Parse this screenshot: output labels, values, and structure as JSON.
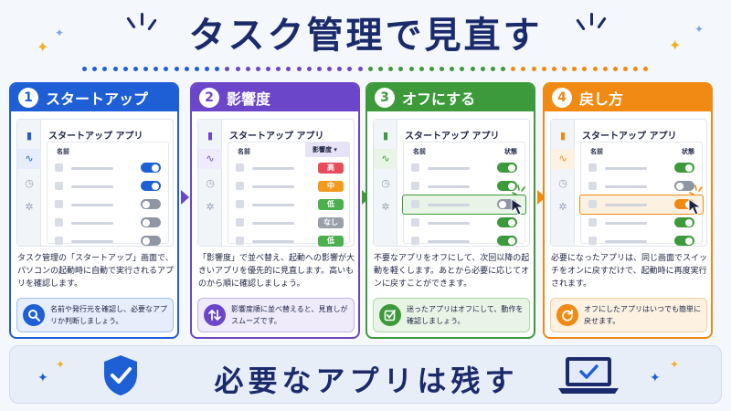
{
  "title": "タスク管理で見直す",
  "colors": {
    "blue": "#1e5fd6",
    "purple": "#6b46c9",
    "green": "#3d9a3a",
    "orange": "#f08a12",
    "navy": "#1b2a6b"
  },
  "steps": [
    {
      "num": "1",
      "label": "スタートアップ",
      "color": "#1e5fd6",
      "light": "#e6eefc",
      "shot_title": "スタートアップ アプリ",
      "col_name": "名前",
      "col_right": "",
      "rows": [
        {
          "state": "on"
        },
        {
          "state": "on"
        },
        {
          "state": "off"
        },
        {
          "state": "off"
        },
        {
          "state": "off"
        }
      ],
      "desc": "タスク管理の「スタートアップ」画面で、パソコンの起動時に自動で実行されるアプリを確認します。",
      "tip_icon": "search-icon",
      "tip": "名前や発行元を確認し、必要なアプリか判断しましょう。"
    },
    {
      "num": "2",
      "label": "影響度",
      "color": "#6b46c9",
      "light": "#efebfb",
      "shot_title": "スタートアップ アプリ",
      "col_name": "名前",
      "col_right": "影響度 ▾",
      "rows": [
        {
          "badge": "高",
          "bcolor": "#e84b5a"
        },
        {
          "badge": "中",
          "bcolor": "#f29a1e"
        },
        {
          "badge": "低",
          "bcolor": "#4caf50"
        },
        {
          "badge": "なし",
          "bcolor": "#9aa0aa"
        },
        {
          "badge": "低",
          "bcolor": "#4caf50"
        }
      ],
      "desc": "「影響度」で並べ替え、起動への影響が大きいアプリを優先的に見直します。高いものから順に確認しましょう。",
      "tip_icon": "sort-arrows-icon",
      "tip": "影響度順に並べ替えると、見直しがスムーズです。"
    },
    {
      "num": "3",
      "label": "オフにする",
      "color": "#3d9a3a",
      "light": "#e8f4e6",
      "shot_title": "スタートアップ アプリ",
      "col_name": "名前",
      "col_right": "状態",
      "rows": [
        {
          "state": "on"
        },
        {
          "state": "on"
        },
        {
          "state": "off",
          "hl": true
        },
        {
          "state": "on"
        },
        {
          "state": "on"
        }
      ],
      "desc": "不要なアプリをオフにして、次回以降の起動を軽くします。あとから必要に応じてオンに戻すことができます。",
      "tip_icon": "check-edit-icon",
      "tip": "迷ったアプリはオフにして、動作を確認しましょう。"
    },
    {
      "num": "4",
      "label": "戻し方",
      "color": "#f08a12",
      "light": "#fdf1e2",
      "shot_title": "スタートアップ アプリ",
      "col_name": "名前",
      "col_right": "状態",
      "rows": [
        {
          "state": "on"
        },
        {
          "state": "off"
        },
        {
          "state": "on",
          "hl": true
        },
        {
          "state": "on"
        },
        {
          "state": "on"
        }
      ],
      "desc": "必要になったアプリは、同じ画面でスイッチをオンに戻すだけで、起動時に再度実行されます。",
      "tip_icon": "refresh-icon",
      "tip": "オフにしたアプリはいつでも簡単に戻せます。"
    }
  ],
  "banner": "必要なアプリは残す"
}
